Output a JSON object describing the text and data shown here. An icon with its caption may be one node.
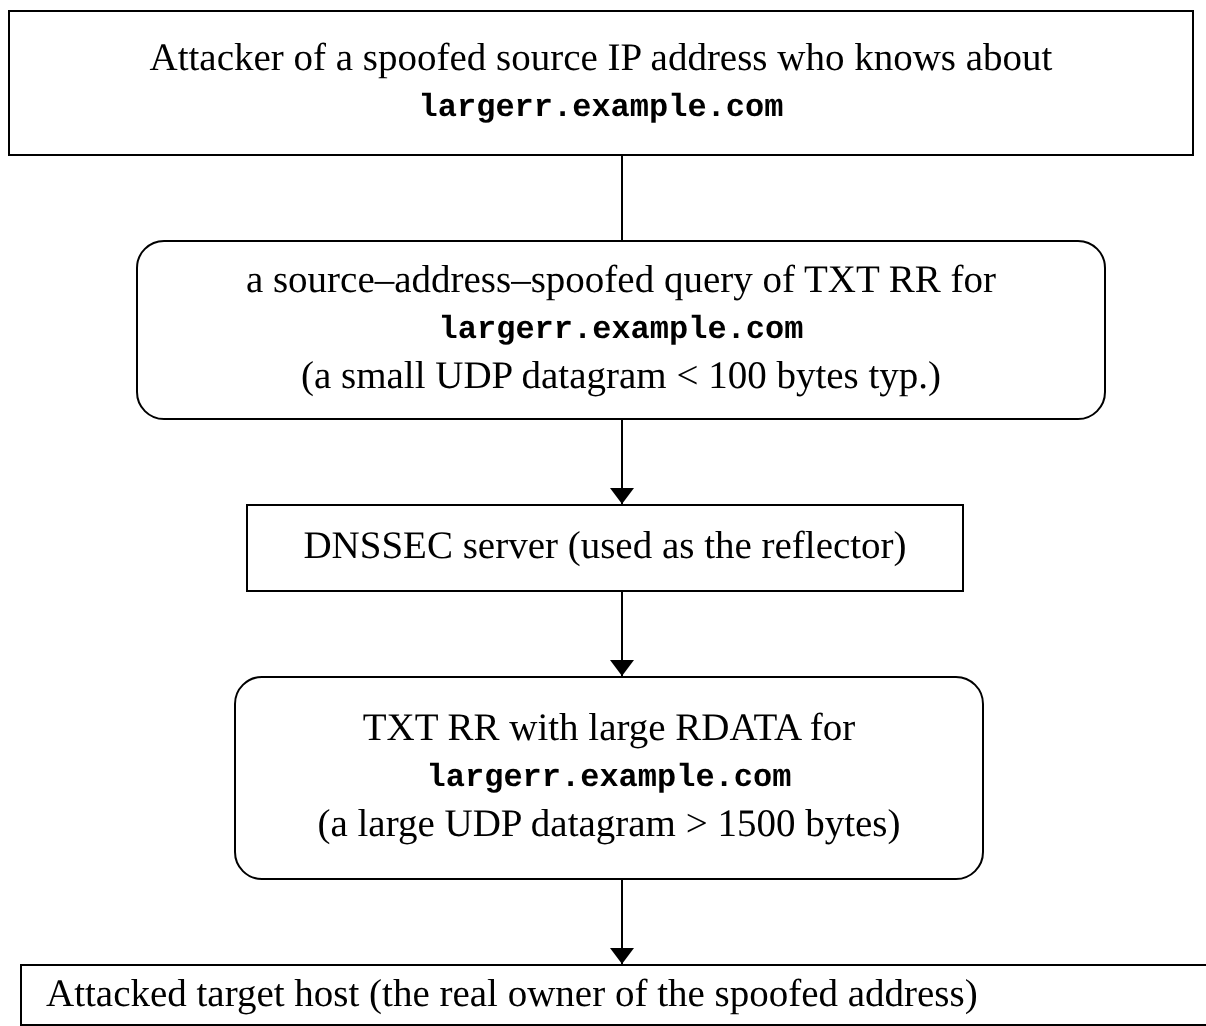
{
  "diagram": {
    "nodes": [
      {
        "text": [
          "Attacker of a spoofed source IP address who knows about",
          "largerr.example.com"
        ]
      },
      {
        "text": [
          "a source–address–spoofed query of TXT RR for",
          "largerr.example.com",
          "(a small UDP datagram < 100 bytes typ.)"
        ]
      },
      {
        "text": [
          "DNSSEC server (used as the reflector)"
        ]
      },
      {
        "text": [
          "TXT RR with large RDATA for",
          "largerr.example.com",
          "(a large UDP datagram > 1500 bytes)"
        ]
      },
      {
        "text": [
          "Attacked target host (the real owner of the spoofed address)"
        ]
      }
    ],
    "edges": [
      {
        "from": 0,
        "to": 1,
        "arrow": "none"
      },
      {
        "from": 1,
        "to": 2,
        "arrow": "to"
      },
      {
        "from": 2,
        "to": 3,
        "arrow": "to"
      },
      {
        "from": 3,
        "to": 4,
        "arrow": "to"
      }
    ]
  }
}
